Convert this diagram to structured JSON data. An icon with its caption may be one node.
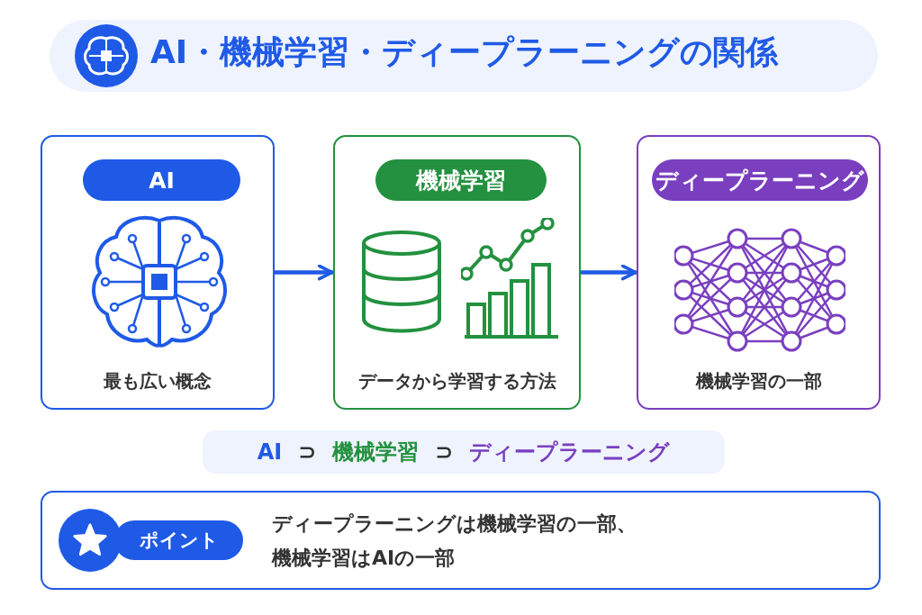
{
  "diagram": {
    "title": "AI・機械学習・ディープラーニングの関係",
    "nodes": [
      {
        "text": [
          "AI",
          "最も広い概念"
        ]
      },
      {
        "text": [
          "機械学習",
          "データから学習する方法"
        ]
      },
      {
        "text": [
          "ディープラーニング",
          "機械学習の一部"
        ]
      },
      {
        "text": [
          "AI",
          "⊃",
          "機械学習",
          "⊃",
          "ディープラーニング"
        ]
      },
      {
        "text": [
          "ポイント",
          "ディープラーニングは機械学習の**一部**、機械学習は**AI**の**一部**"
        ]
      }
    ],
    "edges": [
      {
        "from": 0,
        "to": 1,
        "arrow": "to"
      },
      {
        "from": 1,
        "to": 2,
        "arrow": "to"
      }
    ]
  }
}
